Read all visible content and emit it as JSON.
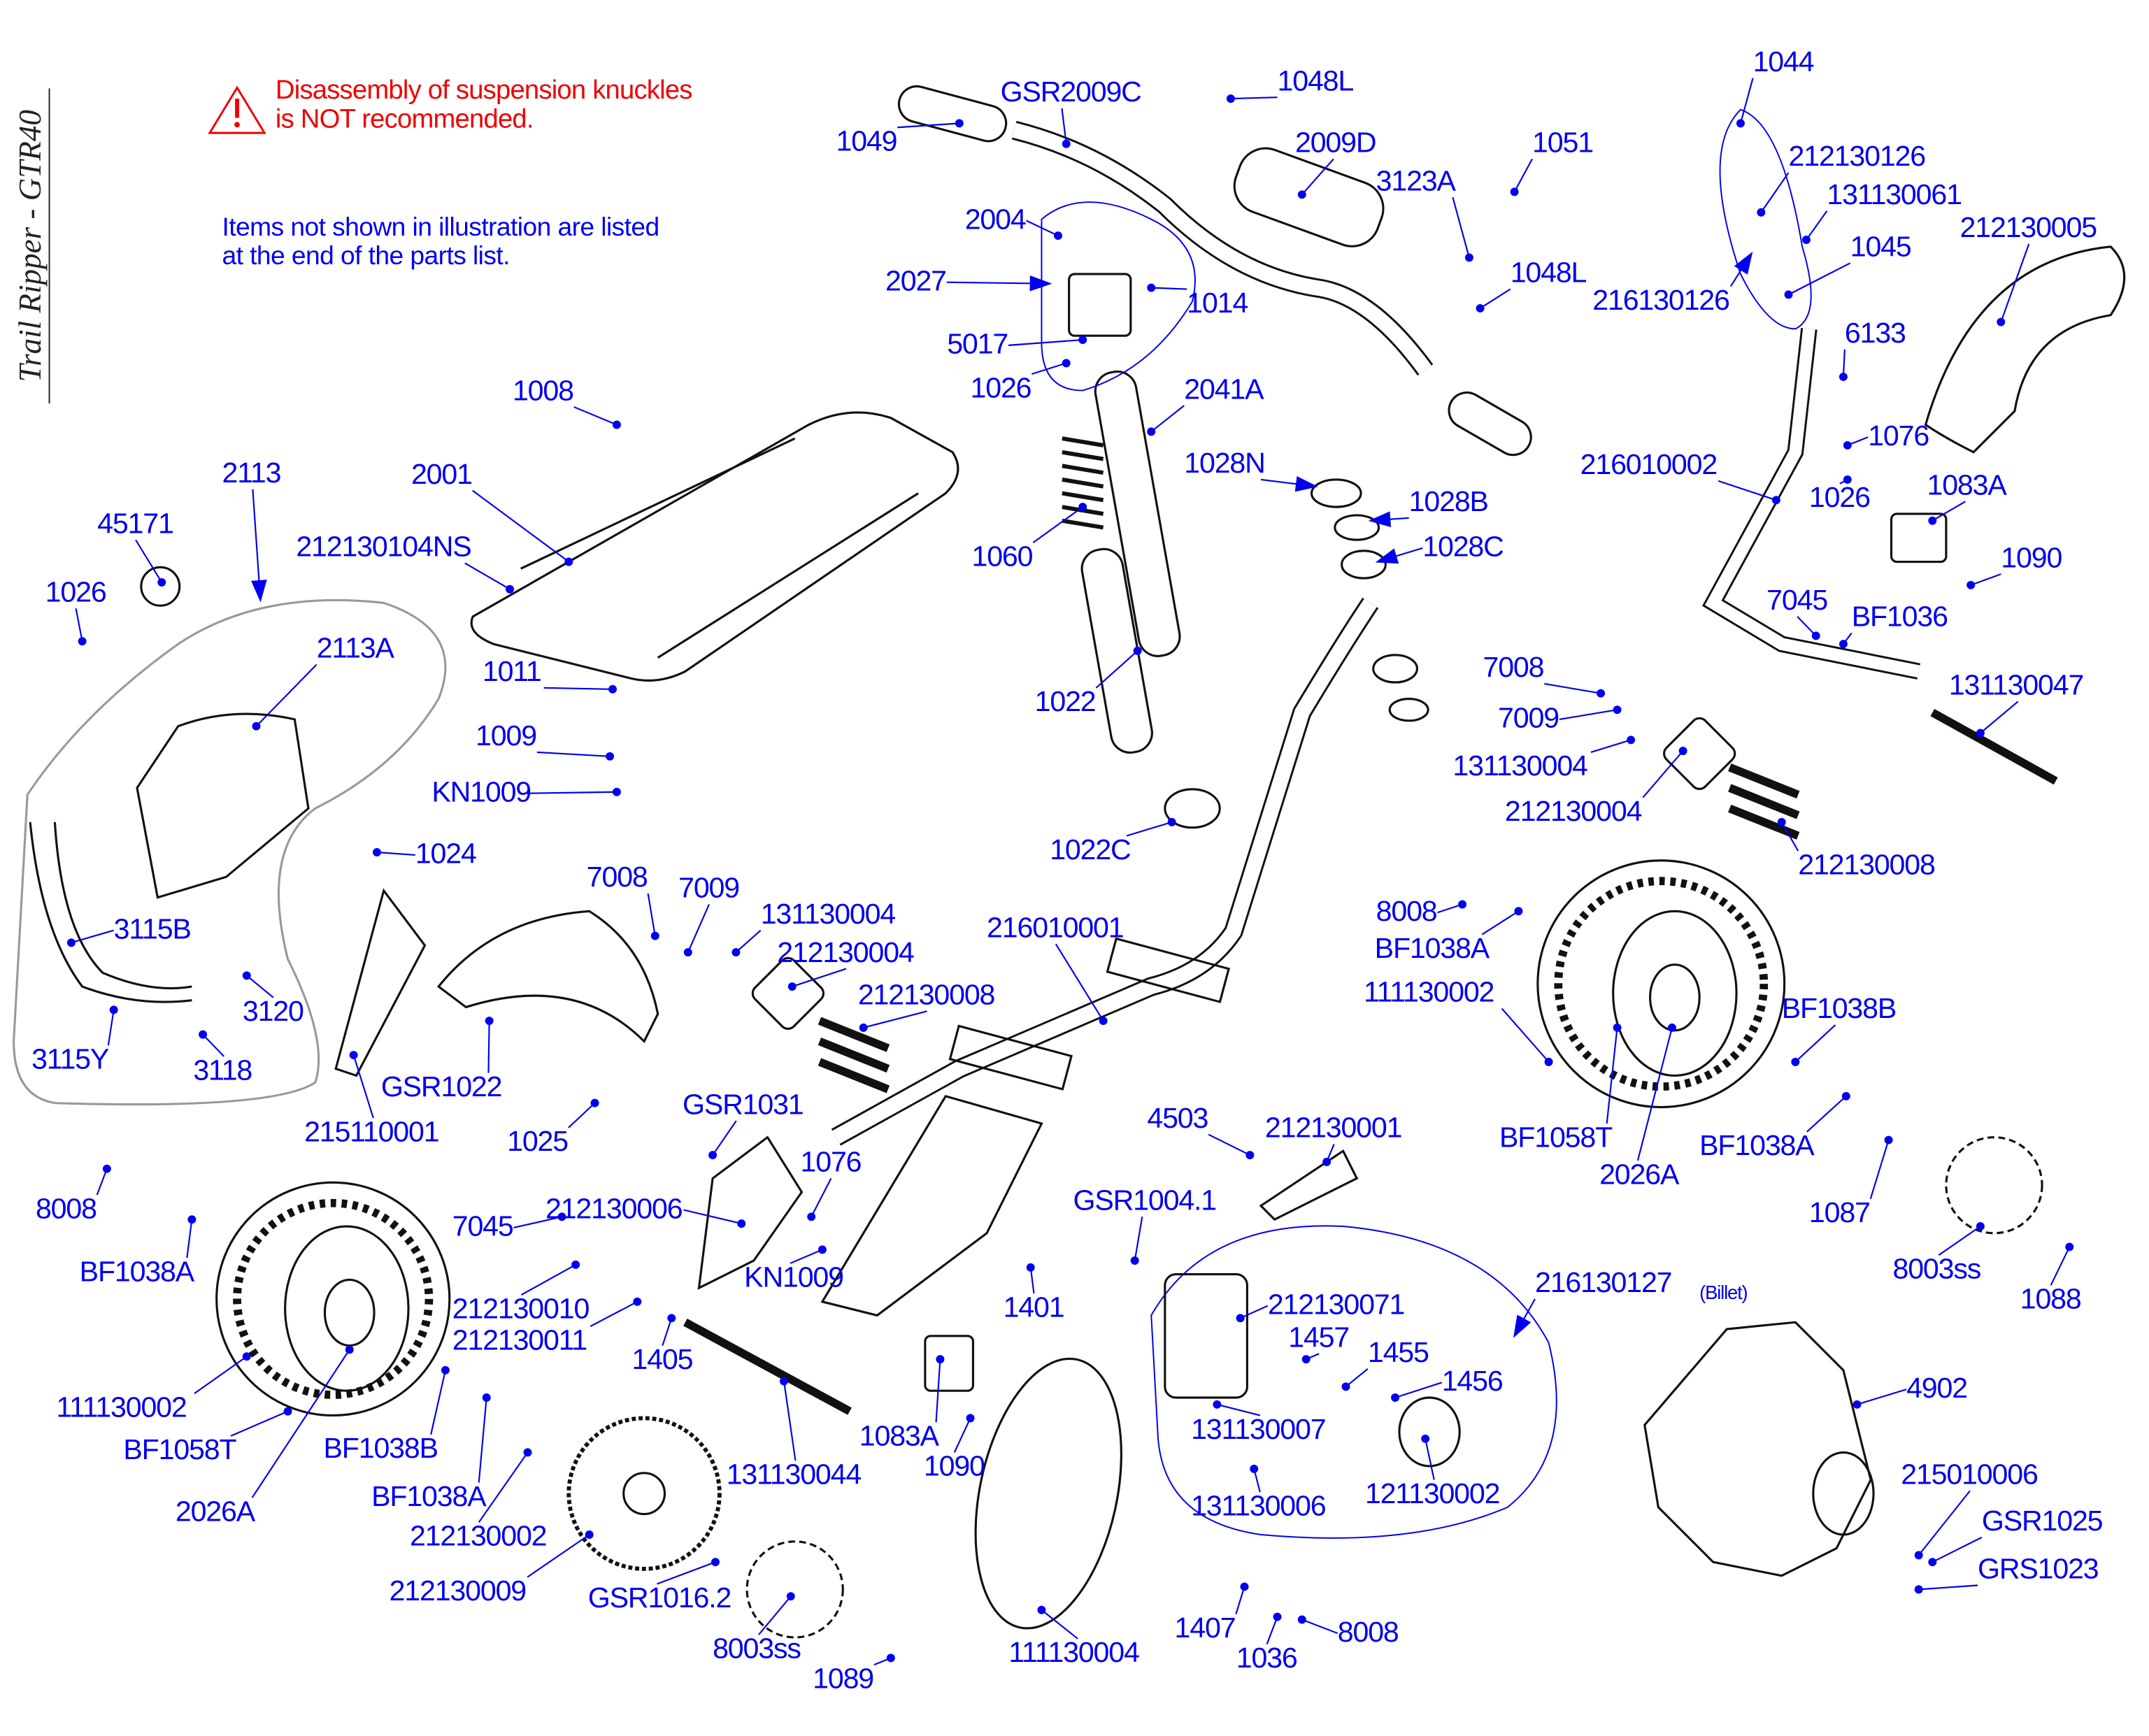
{
  "title": "Trail Ripper - GTR40",
  "warning": {
    "line1": "Disassembly of suspension knuckles",
    "line2": "is NOT recommended.",
    "icon": "warning-triangle-icon",
    "color": "#ee0000"
  },
  "note": {
    "line1": "Items not shown in illustration are listed",
    "line2": "at the end of the parts list."
  },
  "label_color": "#0000ee",
  "billet_note": "(Billet)",
  "labels": [
    "1049",
    "GSR2009C",
    "1048L",
    "2009D",
    "1051",
    "3123A",
    "1048L",
    "2004",
    "2027",
    "1014",
    "5017",
    "1026",
    "1008",
    "2041A",
    "1028N",
    "1028B",
    "1028C",
    "1060",
    "2001",
    "212130104NS",
    "2113",
    "45171",
    "1026",
    "2113A",
    "1011",
    "1009",
    "KN1009",
    "1022",
    "1022C",
    "1024",
    "7008",
    "7009",
    "131130004",
    "212130004",
    "212130008",
    "216010001",
    "3115B",
    "3120",
    "3115Y",
    "3118",
    "GSR1022",
    "215110001",
    "1025",
    "GSR1031",
    "1076",
    "212130006",
    "7045",
    "KN1009",
    "212130010",
    "212130011",
    "1405",
    "8008",
    "BF1038A",
    "111130002",
    "BF1058T",
    "BF1038B",
    "2026A",
    "BF1038A",
    "212130002",
    "212130009",
    "131130044",
    "GSR1016.2",
    "8003ss",
    "1089",
    "111130004",
    "1083A",
    "1090",
    "1401",
    "GSR1004.1",
    "4503",
    "212130001",
    "216130127",
    "212130071",
    "1457",
    "1455",
    "1456",
    "131130007",
    "131130006",
    "121130002",
    "1407",
    "1036",
    "8008",
    "1044",
    "212130126",
    "131130061",
    "212130005",
    "1045",
    "216130126",
    "6133",
    "1076",
    "216010002",
    "1026",
    "1083A",
    "1090",
    "7045",
    "BF1036",
    "131130047",
    "7008",
    "7009",
    "131130004",
    "212130004",
    "212130008",
    "8008",
    "BF1038A",
    "111130002",
    "BF1038B",
    "BF1058T",
    "2026A",
    "BF1038A",
    "1087",
    "8003ss",
    "1088",
    "4902",
    "215010006",
    "GSR1025",
    "GRS1023"
  ]
}
